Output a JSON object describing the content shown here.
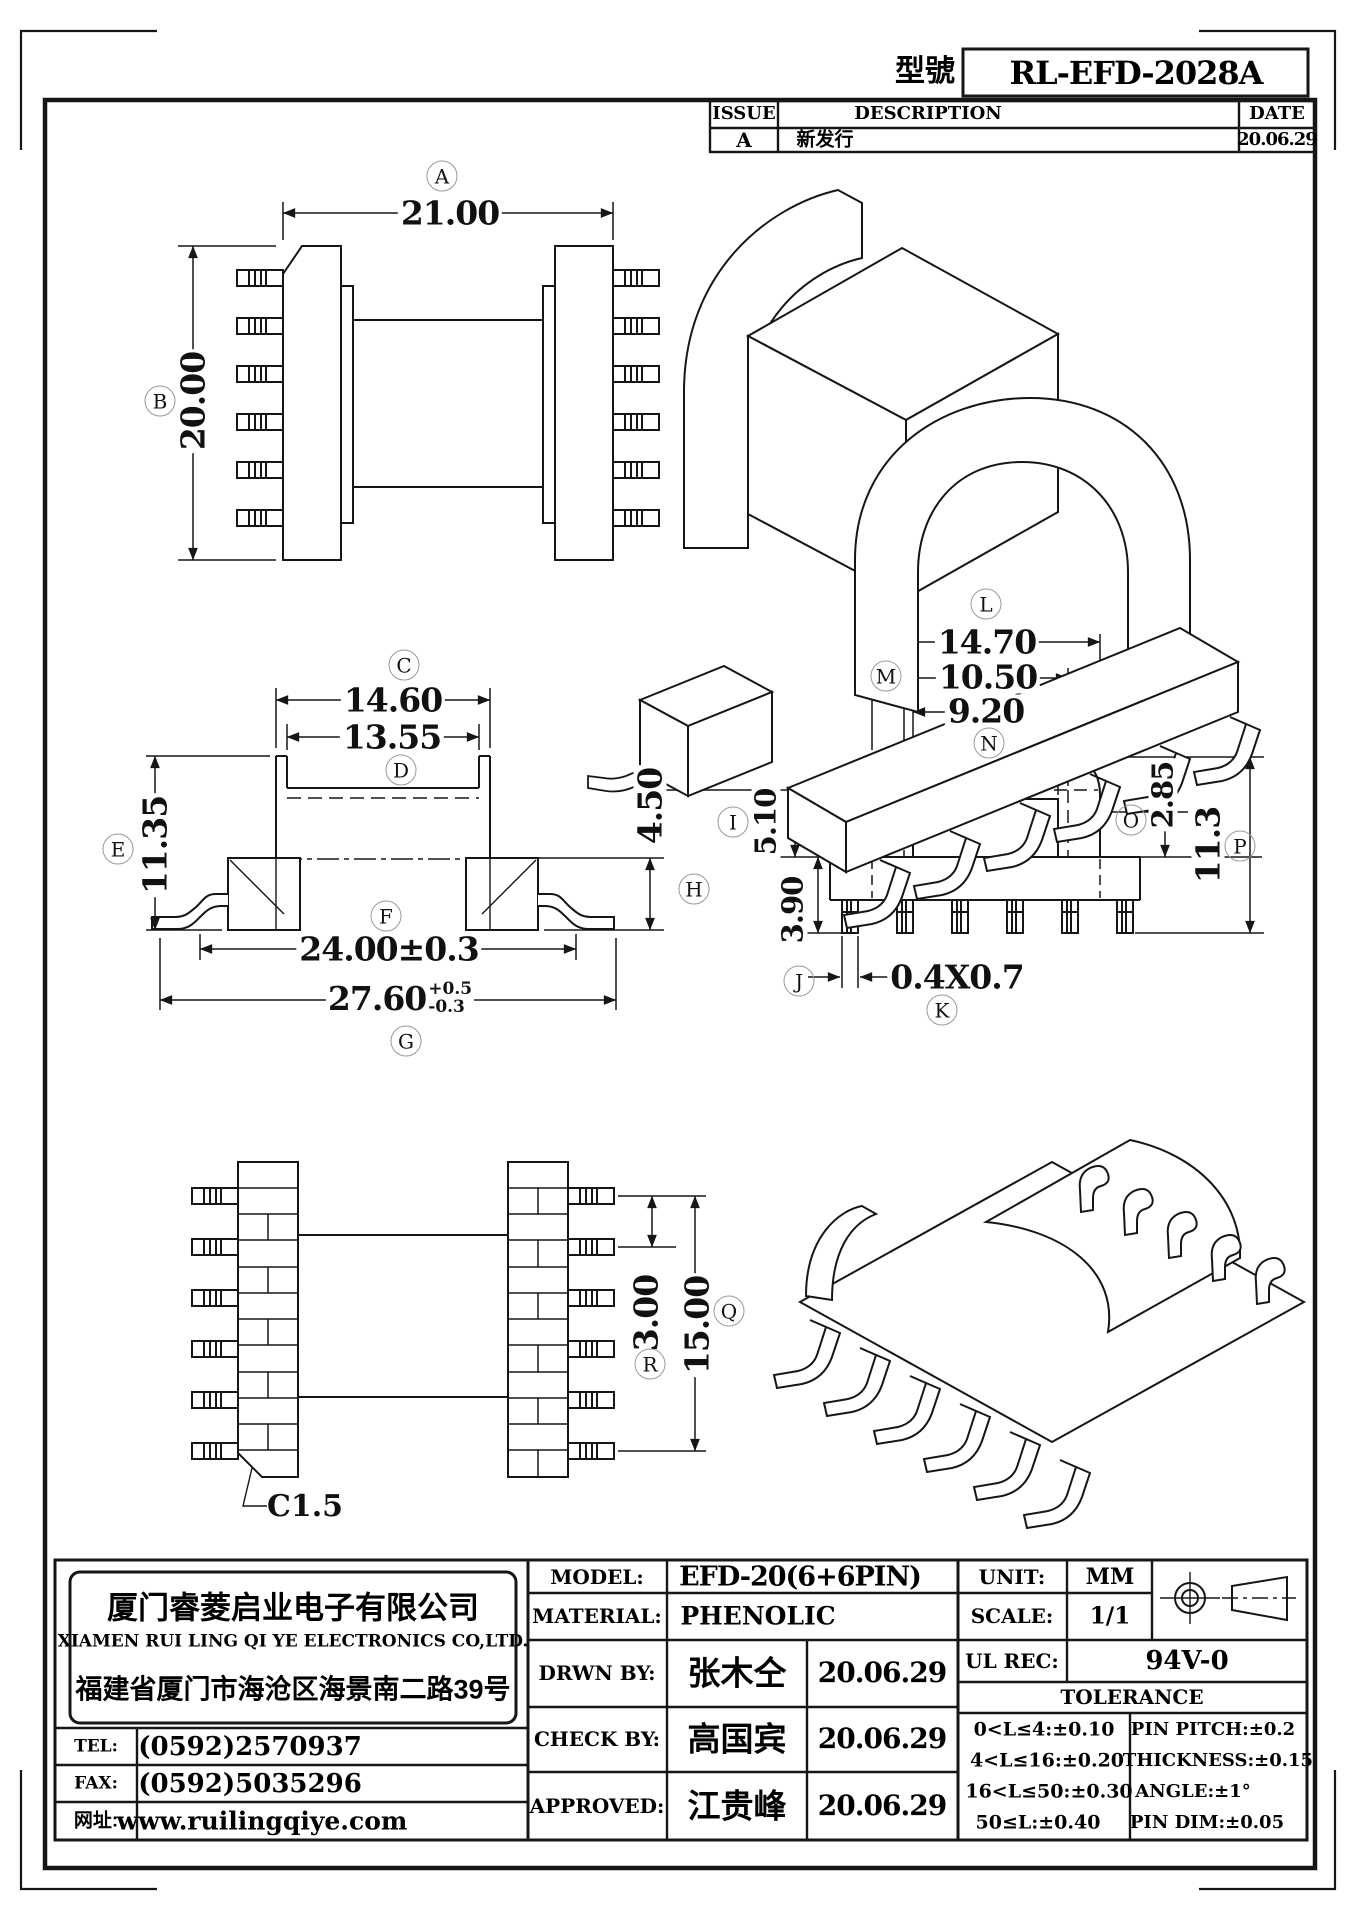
{
  "drawing": {
    "part_no_label": "型號",
    "part_no": "RL-EFD-2028A",
    "revision": {
      "col_issue": "ISSUE",
      "col_description": "DESCRIPTION",
      "col_date": "DATE",
      "row_issue": "A",
      "row_description": "新发行",
      "row_date": "20.06.29"
    }
  },
  "dims": {
    "A": {
      "label": "A",
      "value": "21.00"
    },
    "B": {
      "label": "B",
      "value": "20.00"
    },
    "C": {
      "label": "C",
      "value": "14.60"
    },
    "D": {
      "label": "D",
      "value": "13.55"
    },
    "E": {
      "label": "E",
      "value": "11.35"
    },
    "F": {
      "label": "F",
      "value": "24.00±0.3"
    },
    "G": {
      "label": "G",
      "value": "27.60",
      "tol_plus": "+0.5",
      "tol_minus": "-0.3"
    },
    "H": {
      "label": "H",
      "value": "4.50"
    },
    "I": {
      "label": "I",
      "value": "5.10"
    },
    "J": {
      "label": "J",
      "value": "3.90"
    },
    "K": {
      "label": "K",
      "value": "0.4X0.7"
    },
    "L": {
      "label": "L",
      "value": "14.70"
    },
    "M": {
      "label": "M",
      "value": "10.50"
    },
    "N": {
      "label": "N",
      "value": "9.20"
    },
    "O": {
      "label": "O",
      "value": "2.85"
    },
    "P": {
      "label": "P",
      "value": "11.3"
    },
    "Q": {
      "label": "Q",
      "value": "15.00"
    },
    "R": {
      "label": "R",
      "value": "3.00"
    },
    "chamfer": "C1.5"
  },
  "title_block": {
    "company_cn": "厦门睿菱启业电子有限公司",
    "company_en": "XIAMEN RUI LING QI YE ELECTRONICS CO,LTD.",
    "address": "福建省厦门市海沧区海景南二路39号",
    "tel_label": "TEL:",
    "tel": "(0592)2570937",
    "fax_label": "FAX:",
    "fax": "(0592)5035296",
    "web_label": "网址:",
    "web": "www.ruilingqiye.com",
    "model_label": "MODEL:",
    "model": "EFD-20(6+6PIN)",
    "material_label": "MATERIAL:",
    "material": "PHENOLIC",
    "drawn_label": "DRWN BY:",
    "drawn_name": "张木仝",
    "drawn_date": "20.06.29",
    "check_label": "CHECK BY:",
    "check_name": "高国宾",
    "check_date": "20.06.29",
    "approved_label": "APPROVED:",
    "approved_name": "江贵峰",
    "approved_date": "20.06.29",
    "unit_label": "UNIT:",
    "unit": "MM",
    "scale_label": "SCALE:",
    "scale": "1/1",
    "ul_label": "UL REC:",
    "ul": "94V-0",
    "tolerance_title": "TOLERANCE",
    "tol_left": [
      "0<L≤4:±0.10",
      "4<L≤16:±0.20",
      "16<L≤50:±0.30",
      "50≤L:±0.40"
    ],
    "tol_right": [
      "PIN PITCH:±0.2",
      "THICKNESS:±0.15",
      "ANGLE:±1°",
      "PIN DIM:±0.05"
    ]
  }
}
